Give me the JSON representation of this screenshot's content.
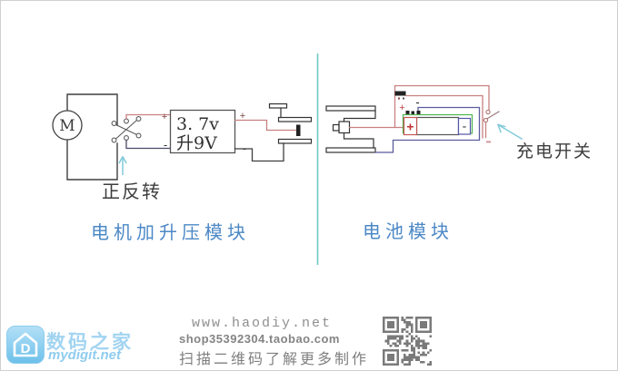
{
  "labels": {
    "reverse": "正反转",
    "motor_module": "电机加升压模块",
    "battery_module": "电池模块",
    "charge_switch": "充电开关"
  },
  "boost": {
    "line1": "3. 7v",
    "line2": "升9V"
  },
  "motor": {
    "letter": "M"
  },
  "marks": {
    "plus": "+",
    "minus": "-"
  },
  "footer": {
    "brand": "数码之家",
    "domain": "mydigit.net",
    "site": "www.haodiy.net",
    "shop": "shop35392304.taobao.com",
    "caption": "扫描二维码了解更多制作"
  },
  "colors": {
    "wire_dark": "#3f3f3f",
    "wire_red": "#c98080",
    "wire_blue": "#5b5b9e",
    "wire_green": "#4db34d",
    "divider_teal": "#6fc9c6",
    "arrow_cyan": "#82cbd9",
    "label_blue": "#4c88c6",
    "brand_blue": "#a2d4f1",
    "qr_gray": "#7a7a7a"
  }
}
